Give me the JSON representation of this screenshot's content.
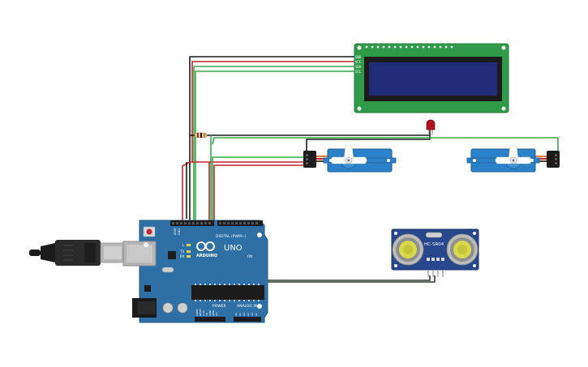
{
  "arduino": {
    "brand": "ARDUINO",
    "model": "UNO",
    "digital_label": "DIGITAL (PWM~)",
    "power_label": "POWER",
    "analog_label": "ANALOG IN",
    "tx_label": "TX",
    "rx_label": "RX",
    "l_label": "L",
    "on_label": "ON",
    "aref_label": "AREF",
    "gnd_label": "GND",
    "power_pins": [
      "IOREF",
      "RESET",
      "3.3V",
      "5V",
      "GND",
      "GND",
      "Vin"
    ],
    "analog_pins": [
      "A0",
      "A1",
      "A2",
      "A3",
      "A4",
      "A5"
    ]
  },
  "lcd": {
    "pins": [
      "GND",
      "VCC",
      "SDA",
      "SCL"
    ]
  },
  "ultrasonic": {
    "label": "HC-SR04"
  },
  "colors": {
    "board": "#2e6fa6",
    "lcd_pcb": "#2f9a48",
    "lcd_screen": "#232c78",
    "servo_body": "#2c82c9",
    "sensor_pcb": "#27488d",
    "wire_black": "#1a1a1a",
    "wire_red": "#c0262d",
    "wire_green": "#3aa84a",
    "wire_dark": "#2f3b2e"
  }
}
